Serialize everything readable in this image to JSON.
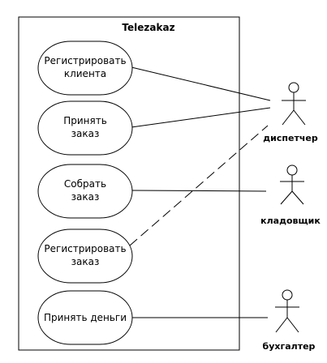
{
  "system": {
    "title": "Telezakaz"
  },
  "use_cases": [
    {
      "line1": "Регистрировать",
      "line2": "клиента"
    },
    {
      "line1": "Принять",
      "line2": "заказ"
    },
    {
      "line1": "Собрать",
      "line2": "заказ"
    },
    {
      "line1": "Регистрировать",
      "line2": "заказ"
    },
    {
      "line1": "Принять деньги",
      "line2": ""
    }
  ],
  "actors": [
    {
      "label": "диспетчер"
    },
    {
      "label": "кладовщик"
    },
    {
      "label": "бухгалтер"
    }
  ]
}
